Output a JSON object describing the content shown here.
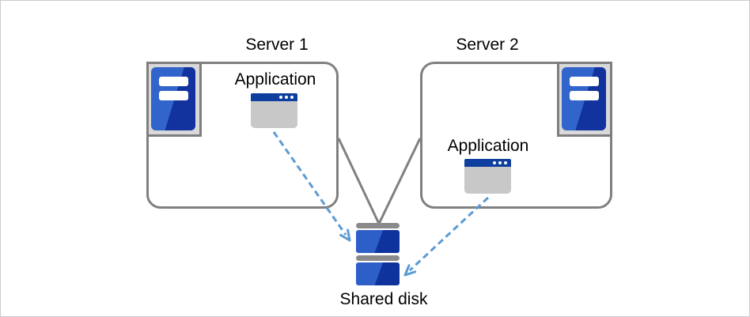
{
  "diagram": {
    "servers": [
      {
        "label": "Server 1",
        "application_label": "Application"
      },
      {
        "label": "Server 2",
        "application_label": "Application"
      }
    ],
    "shared_disk": {
      "label": "Shared disk"
    },
    "icons": [
      "server-tower-icon",
      "application-window-icon",
      "shared-disk-icon"
    ],
    "colors": {
      "box_border_gray": "#808080",
      "server_icon_tray": "#d9d9d9",
      "server_blue_light": "#3265cb",
      "server_blue_dark": "#12339e",
      "window_titlebar_blue": "#0e3f9e",
      "window_body_gray": "#c8c8c8",
      "disk_blue_light": "#2e5fc8",
      "disk_blue_dark": "#0f339d",
      "disk_bar_gray": "#8a8a8a",
      "arrow_blue": "#5b9bd5"
    }
  }
}
